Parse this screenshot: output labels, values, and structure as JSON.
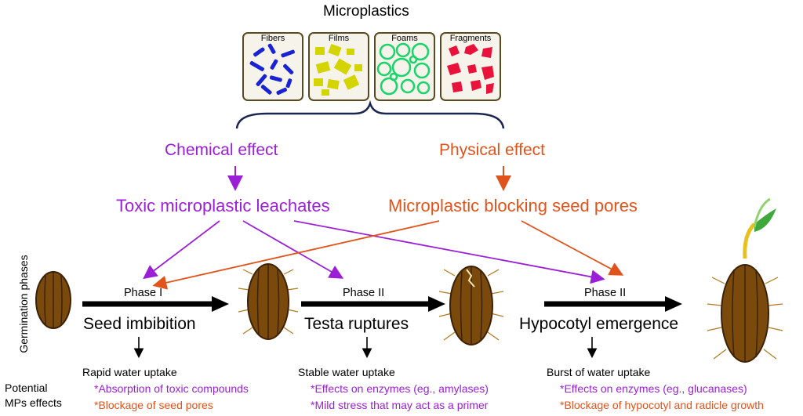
{
  "header": {
    "title": "Microplastics"
  },
  "types": [
    {
      "label": "Fibers",
      "color": "#1a22d6"
    },
    {
      "label": "Films",
      "color": "#d4d400"
    },
    {
      "label": "Foams",
      "color": "#19d46a"
    },
    {
      "label": "Fragments",
      "color": "#e8123a"
    }
  ],
  "effects": {
    "chemical": "Chemical effect",
    "physical": "Physical effect",
    "toxic": "Toxic microplastic leachates",
    "blocking": "Microplastic blocking seed pores"
  },
  "side": {
    "germination": "Germination phases",
    "potential": "Potential MPs effects"
  },
  "phases": [
    {
      "phase": "Phase I",
      "stage": "Seed imbibition",
      "uptake": "Rapid water uptake",
      "effect1": "*Absorption of toxic compounds",
      "effect2": "*Blockage of seed pores"
    },
    {
      "phase": "Phase II",
      "stage": "Testa ruptures",
      "uptake": "Stable water uptake",
      "effect1": "*Effects on enzymes (eg., amylases)",
      "effect2": "*Mild stress that may act as a primer"
    },
    {
      "phase": "Phase II",
      "stage": "Hypocotyl emergence",
      "uptake": "Burst of water uptake",
      "effect1": "*Effects on enzymes (eg., glucanases)",
      "effect2": "*Blockage of hypocotyl and radicle growth"
    }
  ],
  "colors": {
    "chemical": "#9b1fd6",
    "physical": "#e0531b",
    "seed": "#7a4a0c",
    "seed_dark": "#3d2104",
    "card_border": "#5a4a20",
    "card_bg": "#f6f3ea"
  }
}
